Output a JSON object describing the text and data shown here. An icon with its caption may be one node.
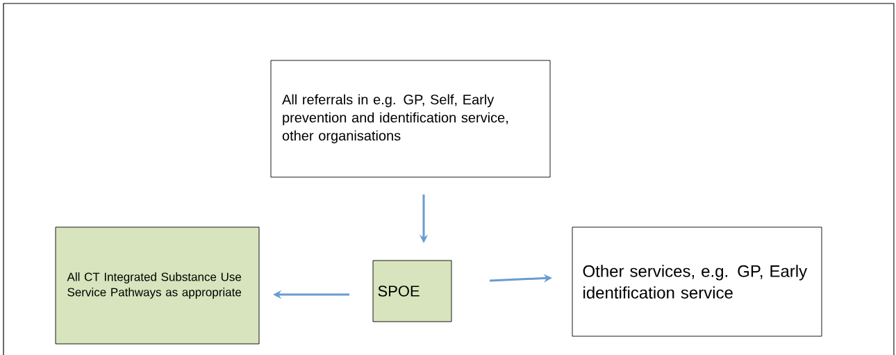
{
  "diagram": {
    "nodes": [
      {
        "text": [
          "All referrals in e.g. GP, Self, Early prevention and identification service, other organisations"
        ]
      },
      {
        "text": [
          "All CT Integrated Substance Use Service Pathways as appropriate"
        ]
      },
      {
        "text": [
          "SPOE"
        ]
      },
      {
        "text": [
          "Other services, e.g. GP, Early identification service"
        ]
      }
    ],
    "edges": [
      {
        "from": 0,
        "to": 2,
        "arrow": "to"
      },
      {
        "from": 2,
        "to": 1,
        "arrow": "to"
      },
      {
        "from": 2,
        "to": 3,
        "arrow": "to"
      }
    ]
  }
}
